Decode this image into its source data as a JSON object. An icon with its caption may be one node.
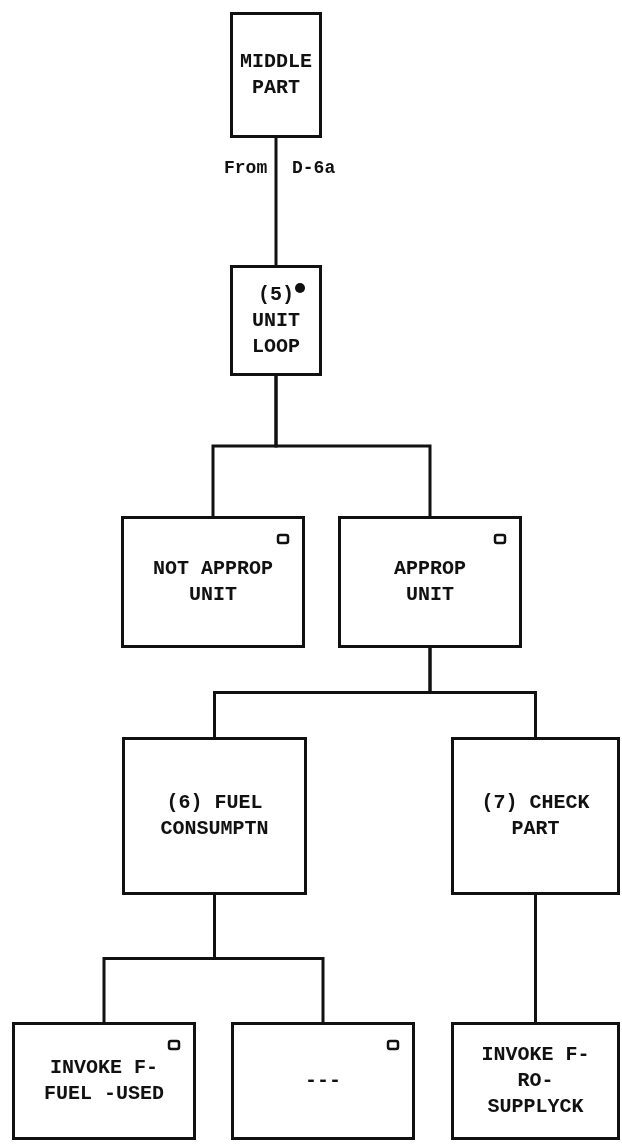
{
  "diagram": {
    "nodes": [
      {
        "text": [
          "MIDDLE PART"
        ]
      },
      {
        "text": [
          "(5) UNIT LOOP"
        ]
      },
      {
        "text": [
          "NOT APPROP UNIT"
        ]
      },
      {
        "text": [
          "APPROP UNIT"
        ]
      },
      {
        "text": [
          "(6) FUEL CONSUMPTN"
        ]
      },
      {
        "text": [
          "(7) CHECK PART"
        ]
      },
      {
        "text": [
          "INVOKE F-FUEL -USED"
        ]
      },
      {
        "text": [
          "---"
        ]
      },
      {
        "text": [
          "INVOKE F-RO- SUPPLYCK"
        ]
      }
    ],
    "edges": [
      {
        "from": 0,
        "to": 1,
        "arrow": "none"
      },
      {
        "from": 1,
        "to": 2,
        "arrow": "none"
      },
      {
        "from": 1,
        "to": 3,
        "arrow": "none"
      },
      {
        "from": 3,
        "to": 4,
        "arrow": "none"
      },
      {
        "from": 3,
        "to": 5,
        "arrow": "none"
      },
      {
        "from": 4,
        "to": 6,
        "arrow": "none"
      },
      {
        "from": 4,
        "to": 7,
        "arrow": "none"
      },
      {
        "from": 5,
        "to": 8,
        "arrow": "none"
      }
    ],
    "labels": [
      "From",
      "D-6a"
    ]
  }
}
